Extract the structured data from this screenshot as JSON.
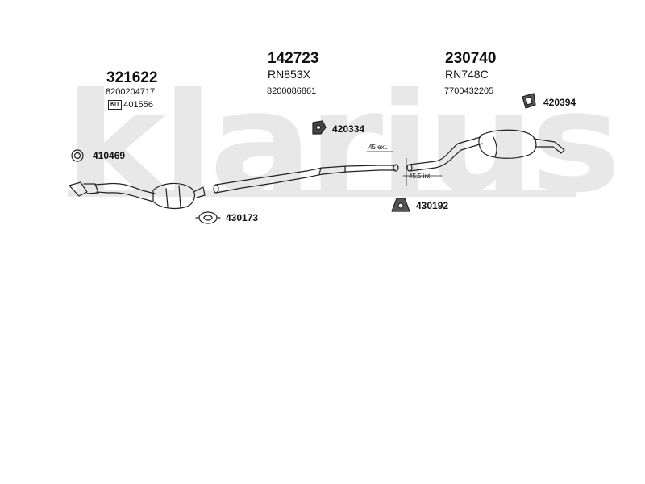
{
  "watermark": {
    "text": "klarius"
  },
  "groups": [
    {
      "part_number": "321622",
      "oe_number": "8200204717",
      "kit_number": "401556",
      "kit_icon": "kit-icon"
    },
    {
      "part_number": "142723",
      "ref_code": "RN853X",
      "oe_number": "8200086861"
    },
    {
      "part_number": "230740",
      "ref_code": "RN748C",
      "oe_number": "7700432205"
    }
  ],
  "accessories": [
    {
      "number": "410469",
      "icon": "gasket-ring-icon"
    },
    {
      "number": "430173",
      "icon": "clamp-icon"
    },
    {
      "number": "420334",
      "icon": "mounting-bracket-icon"
    },
    {
      "number": "430192",
      "icon": "rubber-mount-icon"
    },
    {
      "number": "420394",
      "icon": "hanger-bracket-icon"
    }
  ],
  "dimensions": {
    "external": "45 ext.",
    "internal": "45.5 int."
  },
  "colors": {
    "line": "#222222",
    "watermark": "#e8e8e8"
  }
}
